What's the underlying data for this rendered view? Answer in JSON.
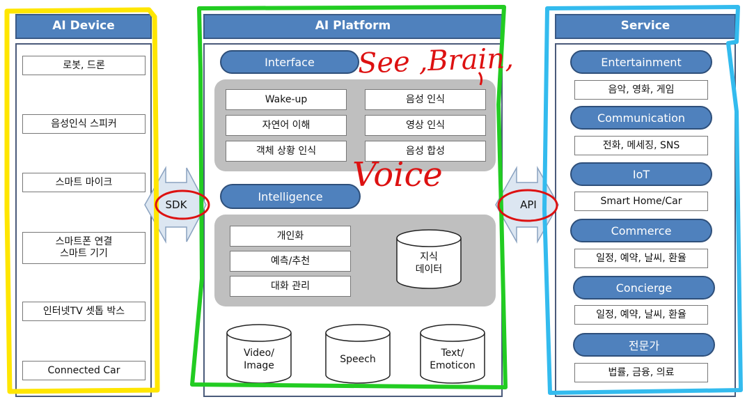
{
  "device": {
    "header": "AI Device",
    "items": [
      "로봇, 드론",
      "음성인식 스피커",
      "스마트 마이크",
      "스마트폰 연결\n스마트 기기",
      "인터넷TV 셋톱 박스",
      "Connected Car"
    ]
  },
  "sdk_label": "SDK",
  "api_label": "API",
  "platform": {
    "header": "AI Platform",
    "interface": {
      "label": "Interface",
      "left": [
        "Wake-up",
        "자연어 이해",
        "객체 상황 인식"
      ],
      "right": [
        "음성 인식",
        "영상 인식",
        "음성 합성"
      ]
    },
    "intelligence": {
      "label": "Intelligence",
      "items": [
        "개인화",
        "예측/추천",
        "대화 관리"
      ],
      "db": "지식\n데이터"
    },
    "data_stores": [
      "Video/\nImage",
      "Speech",
      "Text/\nEmoticon"
    ]
  },
  "service": {
    "header": "Service",
    "groups": [
      {
        "label": "Entertainment",
        "detail": "음악, 영화, 게임"
      },
      {
        "label": "Communication",
        "detail": "전화, 메세징, SNS"
      },
      {
        "label": "IoT",
        "detail": "Smart Home/Car"
      },
      {
        "label": "Commerce",
        "detail": "일정, 예약, 날씨, 환율"
      },
      {
        "label": "Concierge",
        "detail": "일정, 예약, 날씨, 환율"
      },
      {
        "label": "전문가",
        "detail": "법률, 금융, 의료"
      }
    ]
  },
  "annotations": {
    "see_brain": "See ,Brain,",
    "voice": "Voice"
  },
  "colors": {
    "blue": "#4f81bd",
    "grey": "#bfbfbf",
    "yellow_highlight": "#ffe600",
    "green_highlight": "#22cc22",
    "cyan_highlight": "#33bbee",
    "red_annotation": "#dd1111"
  }
}
